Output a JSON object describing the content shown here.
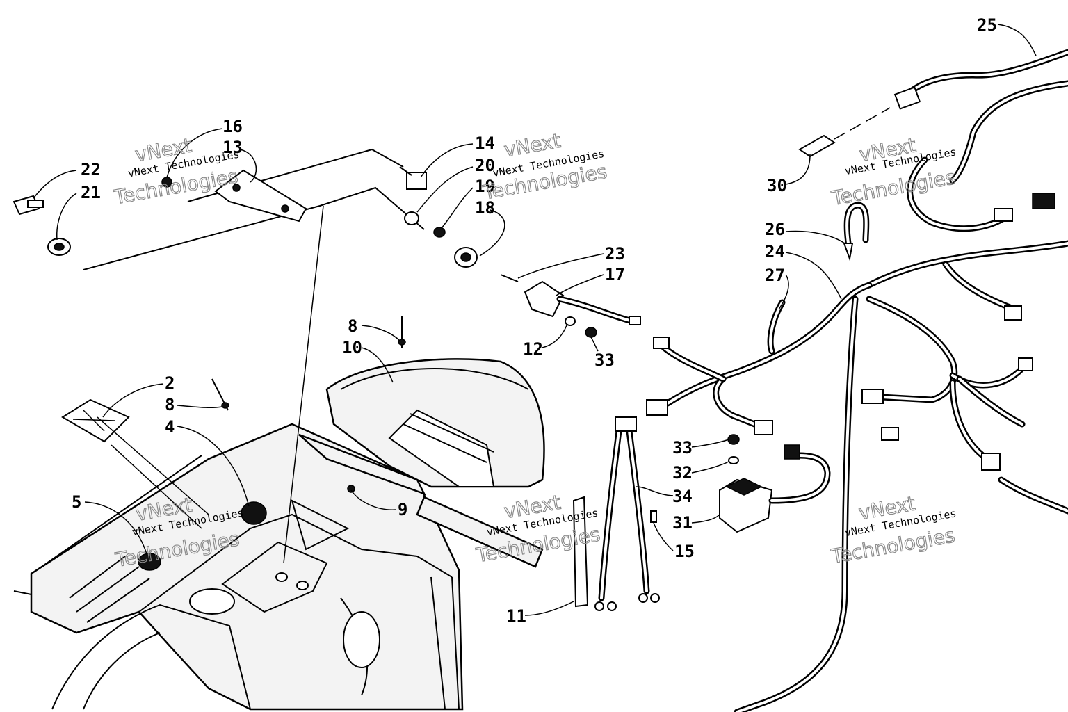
{
  "callouts": [
    {
      "id": "25",
      "label": "25"
    },
    {
      "id": "16",
      "label": "16"
    },
    {
      "id": "13",
      "label": "13"
    },
    {
      "id": "14",
      "label": "14"
    },
    {
      "id": "20",
      "label": "20"
    },
    {
      "id": "19",
      "label": "19"
    },
    {
      "id": "18",
      "label": "18"
    },
    {
      "id": "22",
      "label": "22"
    },
    {
      "id": "21",
      "label": "21"
    },
    {
      "id": "30",
      "label": "30"
    },
    {
      "id": "26",
      "label": "26"
    },
    {
      "id": "24",
      "label": "24"
    },
    {
      "id": "27",
      "label": "27"
    },
    {
      "id": "23",
      "label": "23"
    },
    {
      "id": "17",
      "label": "17"
    },
    {
      "id": "12",
      "label": "12"
    },
    {
      "id": "33a",
      "label": "33"
    },
    {
      "id": "8a",
      "label": "8"
    },
    {
      "id": "10",
      "label": "10"
    },
    {
      "id": "2",
      "label": "2"
    },
    {
      "id": "8b",
      "label": "8"
    },
    {
      "id": "4",
      "label": "4"
    },
    {
      "id": "5",
      "label": "5"
    },
    {
      "id": "9",
      "label": "9"
    },
    {
      "id": "33b",
      "label": "33"
    },
    {
      "id": "32",
      "label": "32"
    },
    {
      "id": "34",
      "label": "34"
    },
    {
      "id": "31",
      "label": "31"
    },
    {
      "id": "15",
      "label": "15"
    },
    {
      "id": "11",
      "label": "11"
    }
  ],
  "watermark": {
    "line1": "vNext",
    "line2": "vNext Technologies",
    "line3": "Technologies"
  }
}
